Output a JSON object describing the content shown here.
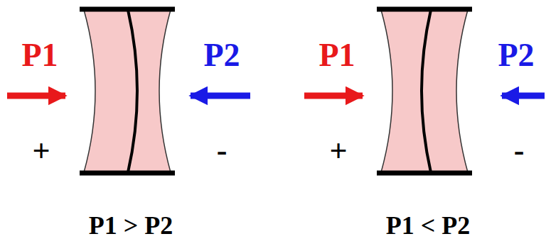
{
  "diagram": {
    "labels": [
      "P1",
      "P2",
      "+",
      "-",
      "P1 > P2",
      "P1",
      "P2",
      "+",
      "-",
      "P1 < P2"
    ]
  }
}
